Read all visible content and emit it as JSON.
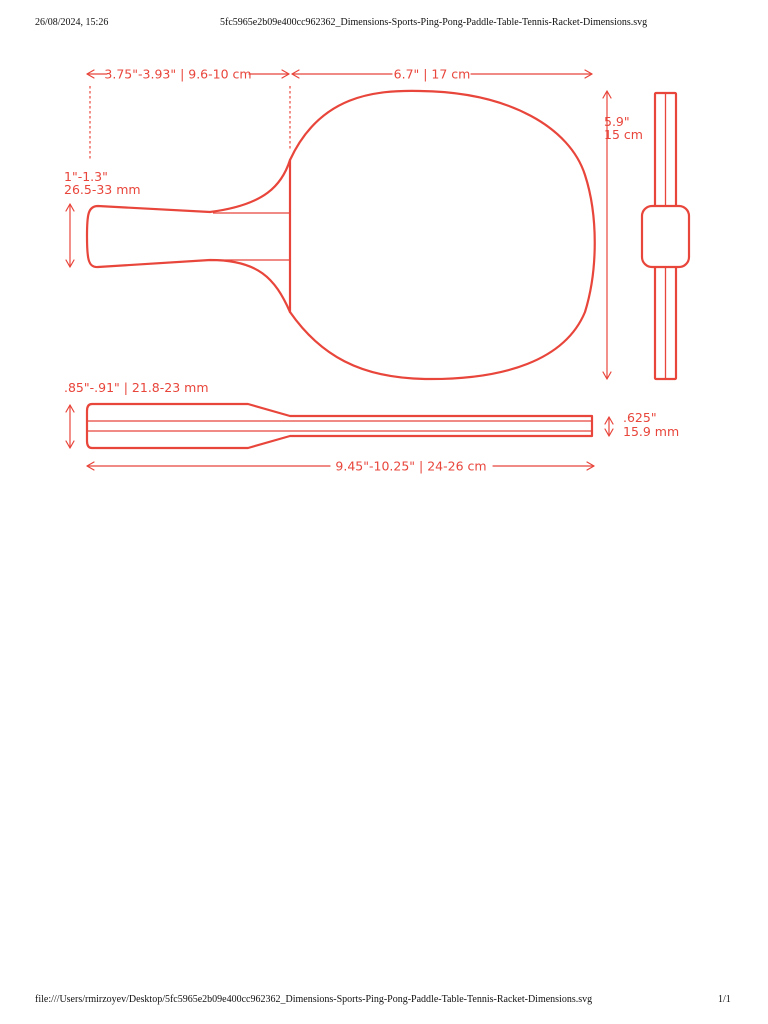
{
  "print": {
    "header_datetime": "26/08/2024, 15:26",
    "header_title": "5fc5965e2b09e400cc962362_Dimensions-Sports-Ping-Pong-Paddle-Table-Tennis-Racket-Dimensions.svg",
    "footer_path": "file:///Users/rmirzoyev/Desktop/5fc5965e2b09e400cc962362_Dimensions-Sports-Ping-Pong-Paddle-Table-Tennis-Racket-Dimensions.svg",
    "footer_page": "1/1"
  },
  "diagram": {
    "accent_color": "#e8453b",
    "dimensions": {
      "handle_length": "3.75\"-3.93\" | 9.6-10 cm",
      "blade_width": "6.7\" | 17 cm",
      "blade_height_in": "5.9\"",
      "blade_height_cm": "15 cm",
      "handle_width_in": "1\"-1.3\"",
      "handle_width_mm": "26.5-33 mm",
      "handle_thickness": ".85\"-.91\" | 21.8-23 mm",
      "blade_thickness_in": ".625\"",
      "blade_thickness_mm": "15.9 mm",
      "total_length": "9.45\"-10.25\" | 24-26 cm"
    }
  }
}
